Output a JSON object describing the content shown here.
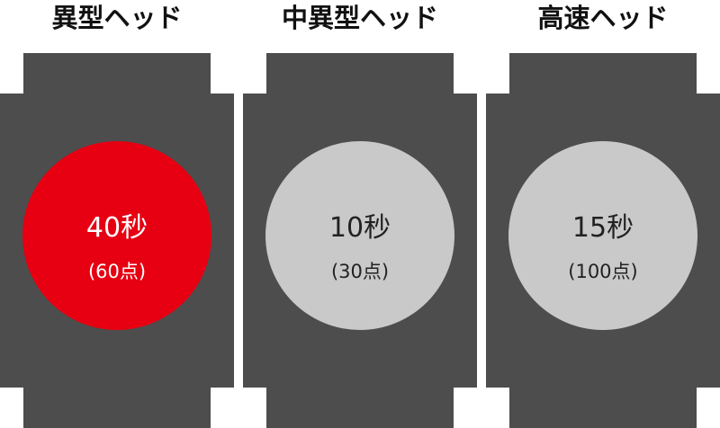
{
  "panels": [
    {
      "title": "異型ヘッド",
      "time": "40秒",
      "points": "(60点)",
      "circle_color": "#e60012",
      "text_color": "#ffffff"
    },
    {
      "title": "中異型ヘッド",
      "time": "10秒",
      "points": "(30点)",
      "circle_color": "#c9c9c9",
      "text_color": "#222222"
    },
    {
      "title": "高速ヘッド",
      "time": "15秒",
      "points": "(100点)",
      "circle_color": "#c9c9c9",
      "text_color": "#222222"
    }
  ],
  "colors": {
    "head_body": "#4d4d4d"
  }
}
